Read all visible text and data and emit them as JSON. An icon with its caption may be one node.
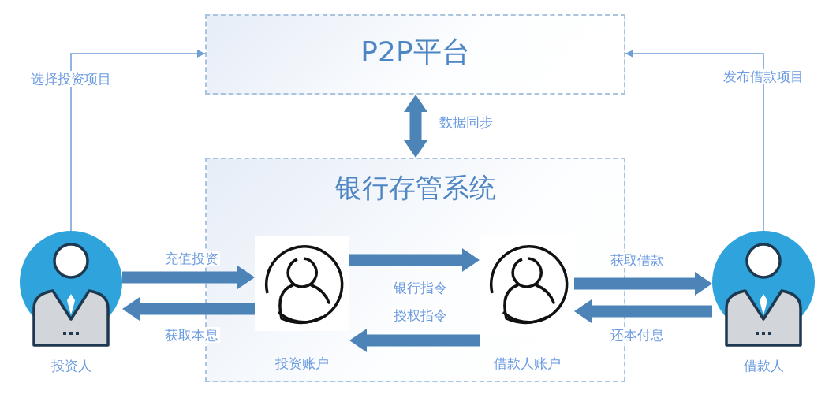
{
  "diagram": {
    "nodes": [
      {
        "text": [
          "P2P平台"
        ]
      },
      {
        "text": [
          "银行存管系统"
        ]
      },
      {
        "text": [
          "投资账户"
        ],
        "in": 1
      },
      {
        "text": [
          "借款人账户"
        ],
        "in": 1
      },
      {
        "text": [
          "投资人"
        ]
      },
      {
        "text": [
          "借款人"
        ]
      }
    ],
    "edges": [
      {
        "from": 4,
        "to": 0,
        "arrow": "to",
        "label": "选择投资项目",
        "color": "#6f9fd6"
      },
      {
        "from": 5,
        "to": 0,
        "arrow": "to",
        "label": "发布借款项目",
        "color": "#6f9fd6"
      },
      {
        "from": 0,
        "to": 1,
        "arrow": "both",
        "label": "数据同步"
      },
      {
        "from": 4,
        "to": 2,
        "arrow": "to",
        "label": "充值投资"
      },
      {
        "from": 2,
        "to": 4,
        "arrow": "to",
        "label": "获取本息"
      },
      {
        "from": 2,
        "to": 3,
        "arrow": "to",
        "label": "银行指令"
      },
      {
        "from": 3,
        "to": 2,
        "arrow": "to",
        "label": "授权指令"
      },
      {
        "from": 3,
        "to": 5,
        "arrow": "to",
        "label": "获取借款"
      },
      {
        "from": 5,
        "to": 3,
        "arrow": "to",
        "label": "还本付息"
      }
    ]
  }
}
